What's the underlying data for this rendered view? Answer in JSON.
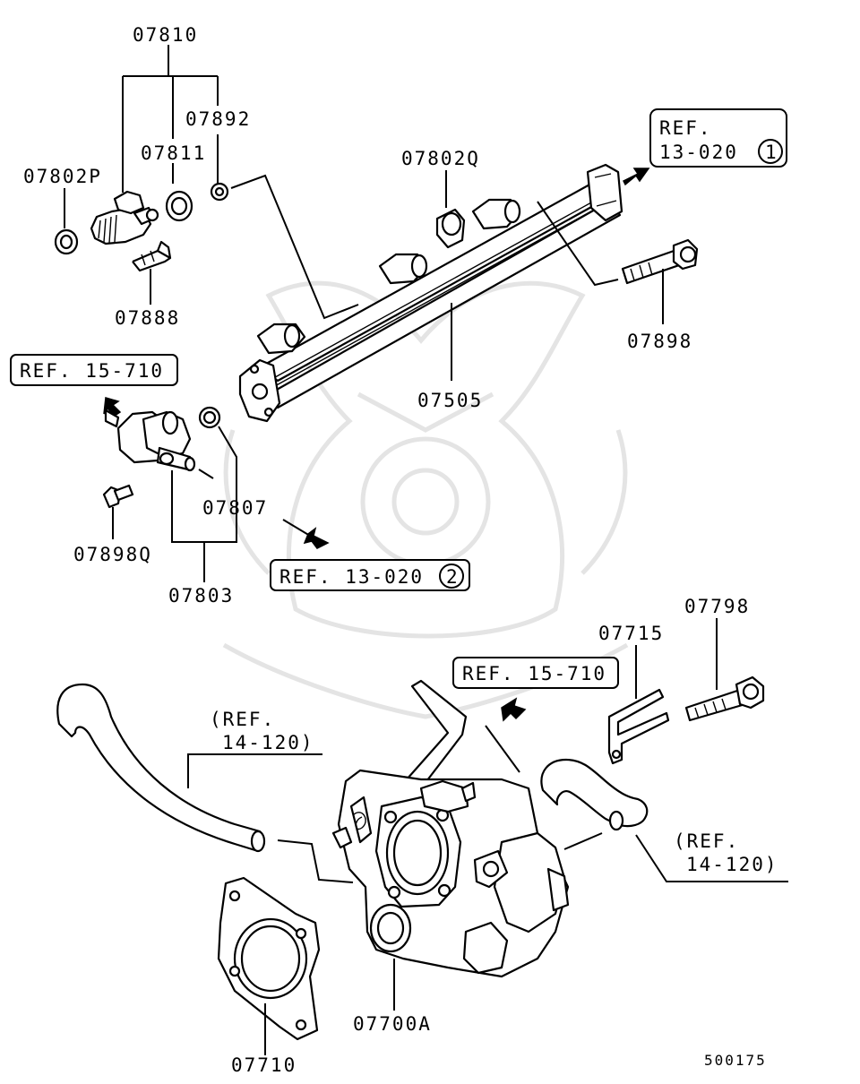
{
  "parts": {
    "p07810": "07810",
    "p07892": "07892",
    "p07811": "07811",
    "p07802P": "07802P",
    "p07802Q": "07802Q",
    "p07888": "07888",
    "p07898": "07898",
    "p07505": "07505",
    "p07807": "07807",
    "p07898Q": "07898Q",
    "p07803": "07803",
    "p07715": "07715",
    "p07798": "07798",
    "p07700A": "07700A",
    "p07710": "07710"
  },
  "refs": {
    "ref_13_020_1_line1": "REF.",
    "ref_13_020_1_line2": "13-020",
    "ref_13_020_1_circle": "1",
    "ref_15_710_top": "REF. 15-710",
    "ref_13_020_2": "REF. 13-020",
    "ref_13_020_2_circle": "2",
    "ref_15_710_bottom": "REF. 15-710",
    "ref_14_120_left_line1": "(REF.",
    "ref_14_120_left_line2": "14-120)",
    "ref_14_120_right_line1": "(REF.",
    "ref_14_120_right_line2": "14-120)"
  },
  "diagram_id": "500175"
}
